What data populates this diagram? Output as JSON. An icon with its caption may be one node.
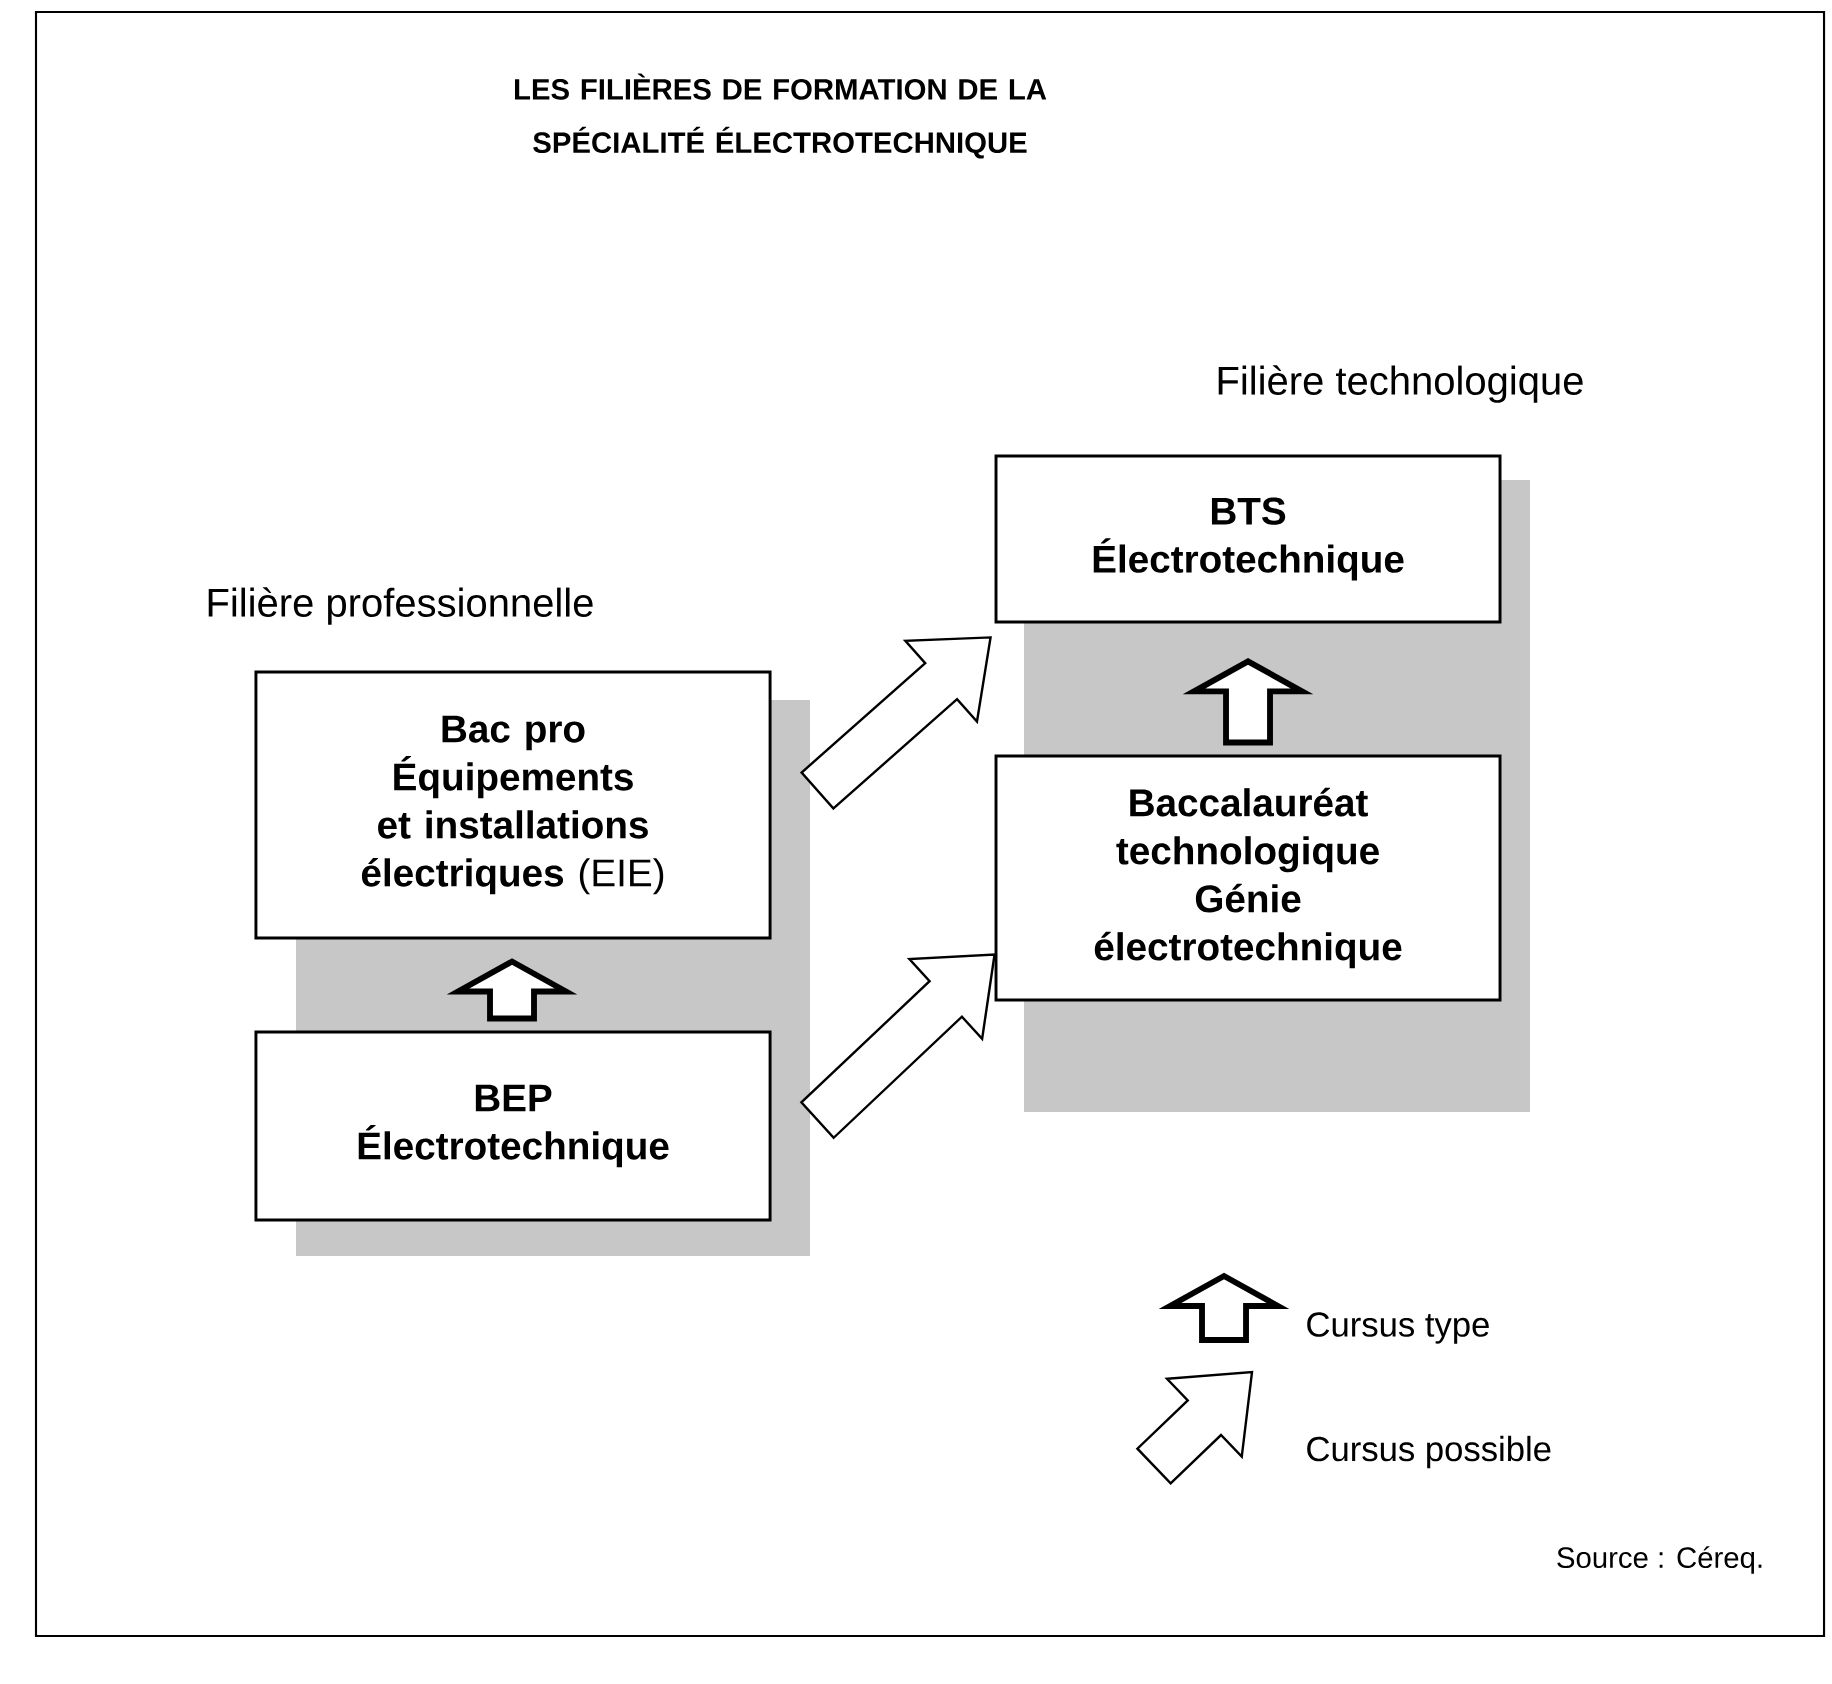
{
  "diagram": {
    "title": "LES FILIÈRES DE FORMATION DE LA SPÉCIALITÉ ÉLECTROTECHNIQUE",
    "nodes": [
      {
        "text": [
          "**Bac pro Équipements et installations électriques** (EIE)"
        ]
      },
      {
        "text": [
          "BEP Électrotechnique"
        ]
      },
      {
        "text": [
          "BTS Électrotechnique"
        ]
      },
      {
        "text": [
          "Baccalauréat technologique Génie électrotechnique"
        ]
      }
    ],
    "edges": [
      {
        "from": 1,
        "to": 0,
        "arrow": "to",
        "style": "thick"
      },
      {
        "from": 3,
        "to": 2,
        "arrow": "to",
        "style": "thick"
      },
      {
        "from": 0,
        "to": 2,
        "arrow": "to"
      },
      {
        "from": 1,
        "to": 3,
        "arrow": "to"
      }
    ],
    "labels": [
      "Filière technologique",
      "Filière professionnelle",
      "Source : Céreq."
    ],
    "legend": [
      {
        "text": "Cursus type"
      },
      {
        "text": "Cursus possible"
      }
    ]
  }
}
